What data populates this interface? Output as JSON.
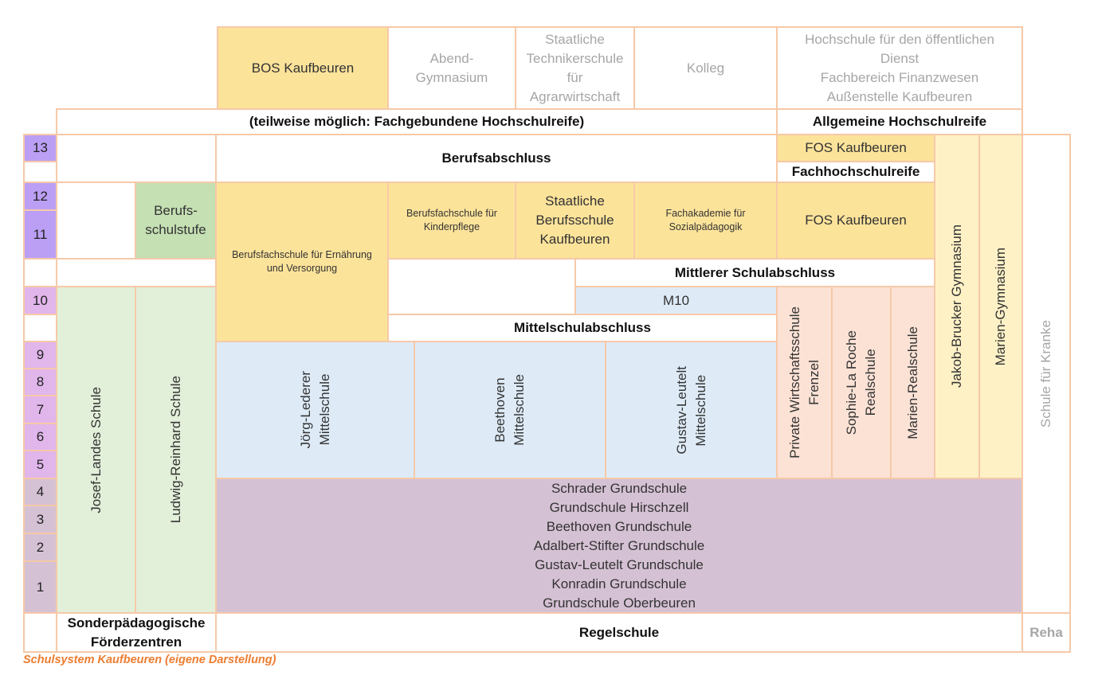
{
  "top_row": {
    "bos": "BOS Kaufbeuren",
    "abendgymnasium": "Abend-\nGymnasium",
    "technikerschule": "Staatliche\nTechnikerschule\nfür\nAgrarwirtschaft",
    "kolleg": "Kolleg",
    "hochschule": "Hochschule für den öffentlichen\nDienst\nFachbereich Finanzwesen\nAußenstelle Kaufbeuren"
  },
  "degrees": {
    "fachgebundene": "(teilweise möglich: Fachgebundene Hochschulreife)",
    "allgemeine": "Allgemeine Hochschulreife",
    "berufsabschluss": "Berufsabschluss",
    "fachhochschulreife": "Fachhochschulreife",
    "mittlerer": "Mittlerer Schulabschluss",
    "mittelschulabschluss": "Mittelschulabschluss"
  },
  "grades": [
    "13",
    "12",
    "11",
    "10",
    "9",
    "8",
    "7",
    "6",
    "5",
    "4",
    "3",
    "2",
    "1"
  ],
  "schools": {
    "fos_13": "FOS Kaufbeuren",
    "fos_11_12": "FOS Kaufbeuren",
    "berufsschulstufe": "Berufs-\nschulstufe",
    "bfs_ernaehrung": "Berufsfachschule für Ernährung\nund Versorgung",
    "bfs_kinderpflege": "Berufsfachschule für\nKinderpflege",
    "staatliche_berufsschule": "Staatliche\nBerufsschule\nKaufbeuren",
    "fachakademie": "Fachakademie für\nSozialpädagogik",
    "m10": "M10",
    "josef_landes": "Josef-Landes Schule",
    "ludwig_reinhard": "Ludwig-Reinhard Schule",
    "joerg_lederer": "Jörg-Lederer\nMittelschule",
    "beethoven_ms": "Beethoven\nMittelschule",
    "gustav_leutelt_ms": "Gustav-Leutelt\nMittelschule",
    "private_wirtschaftsschule": "Private Wirtschaftsschule\nFrenzel",
    "sophie_la_roche": "Sophie-La Roche\nRealschule",
    "marien_realschule": "Marien-Realschule",
    "jakob_brucker": "Jakob-Brucker Gymnasium",
    "marien_gymnasium": "Marien-Gymnasium",
    "schule_fuer_kranke": "Schule für Kranke",
    "grundschulen": [
      "Schrader Grundschule",
      "Grundschule Hirschzell",
      "Beethoven Grundschule",
      "Adalbert-Stifter Grundschule",
      "Gustav-Leutelt Grundschule",
      "Konradin Grundschule",
      "Grundschule Oberbeuren"
    ]
  },
  "bottom_row": {
    "sonder": "Sonderpädagogische\nFörderzentren",
    "regelschule": "Regelschule",
    "reha": "Reha"
  },
  "caption": "Schulsystem Kaufbeuren (eigene Darstellung)"
}
